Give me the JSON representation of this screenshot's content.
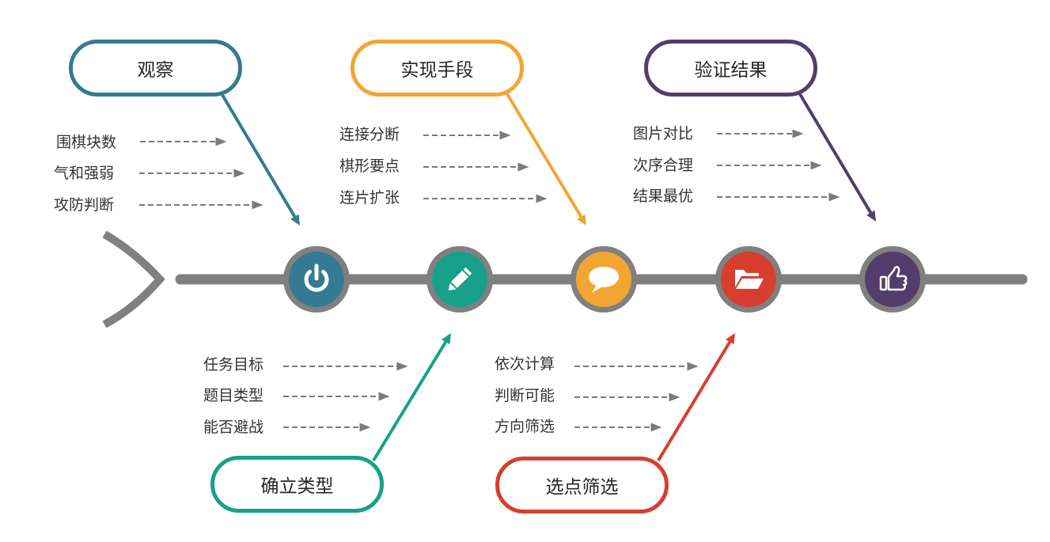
{
  "colors": {
    "spine": "#808080",
    "dashed_arrow": "#7a7a7a",
    "teal_blue": "#357a93",
    "green": "#18a08a",
    "orange": "#f3a533",
    "red": "#d63f2f",
    "purple": "#523d6b"
  },
  "steps": [
    {
      "label": "观察",
      "color": "#357a93",
      "icon": "power-icon",
      "items": [
        "围棋块数",
        "气和强弱",
        "攻防判断"
      ]
    },
    {
      "label": "确立类型",
      "color": "#18a08a",
      "icon": "pencil-icon",
      "items": [
        "任务目标",
        "题目类型",
        "能否避战"
      ]
    },
    {
      "label": "实现手段",
      "color": "#f3a533",
      "icon": "speech-bubble-icon",
      "items": [
        "连接分断",
        "棋形要点",
        "连片扩张"
      ]
    },
    {
      "label": "选点筛选",
      "color": "#d63f2f",
      "icon": "folder-open-icon",
      "items": [
        "依次计算",
        "判断可能",
        "方向筛选"
      ]
    },
    {
      "label": "验证结果",
      "color": "#523d6b",
      "icon": "thumbs-up-icon",
      "items": [
        "图片对比",
        "次序合理",
        "结果最优"
      ]
    }
  ]
}
